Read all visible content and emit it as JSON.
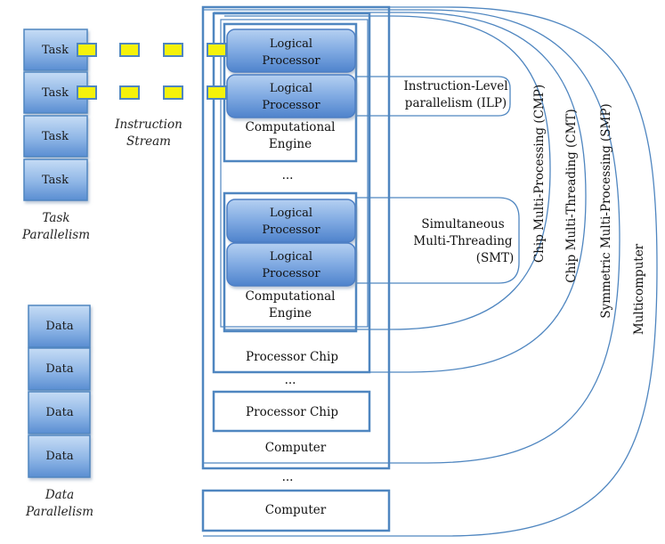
{
  "task_parallelism": {
    "tasks": [
      "Task",
      "Task",
      "Task",
      "Task"
    ],
    "caption_line1": "Task",
    "caption_line2": "Parallelism"
  },
  "data_parallelism": {
    "items": [
      "Data",
      "Data",
      "Data",
      "Data"
    ],
    "caption_line1": "Data",
    "caption_line2": "Parallelism"
  },
  "instruction_stream": {
    "line1": "Instruction",
    "line2": "Stream"
  },
  "logical_processor": {
    "line1": "Logical",
    "line2": "Processor"
  },
  "computational_engine": {
    "line1": "Computational",
    "line2": "Engine"
  },
  "ellipsis": "...",
  "processor_chip": "Processor Chip",
  "computer": "Computer",
  "ilp": {
    "line1": "Instruction-Level",
    "line2": "parallelism (ILP)"
  },
  "smt": {
    "line1": "Simultaneous",
    "line2": "Multi-Threading",
    "line3": "(SMT)"
  },
  "vertical_labels": {
    "cmp": "Chip Multi-Processing (CMP)",
    "cmt": "Chip Multi-Threading (CMT)",
    "smp": "Symmetric Multi-Processing (SMP)",
    "multicomputer": "Multicomputer"
  },
  "colors": {
    "outline_blue": "#4f86c0",
    "cell_light": "#b8d2f0",
    "cell_dark": "#5b8fd0",
    "stream_yellow": "#f5f20a"
  }
}
